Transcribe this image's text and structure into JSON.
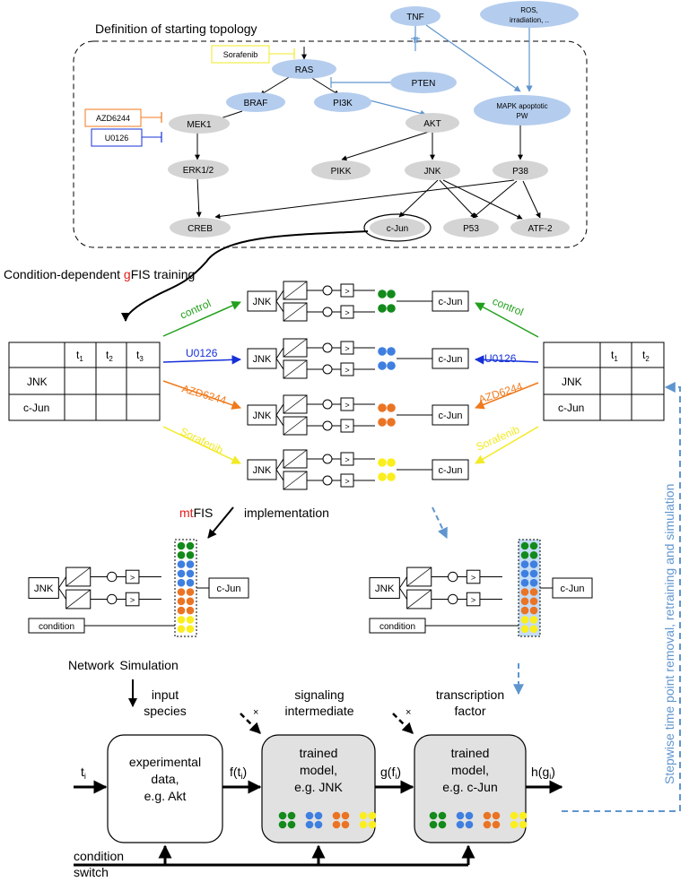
{
  "topology": {
    "title": "Definition of starting topology",
    "nodes": {
      "tnf": "TNF",
      "ros_line1": "ROS,",
      "ros_line2": "irradiation, ..",
      "ras": "RAS",
      "pten": "PTEN",
      "braf": "BRAF",
      "pi3k": "PI3K",
      "mapk_line1": "MAPK apoptotic",
      "mapk_line2": "PW",
      "mek1": "MEK1",
      "akt": "AKT",
      "erk": "ERK1/2",
      "pikk": "PIKK",
      "jnk": "JNK",
      "p38": "P38",
      "creb": "CREB",
      "cjun": "c-Jun",
      "p53": "P53",
      "atf2": "ATF-2"
    },
    "inhibitors": {
      "sorafenib": "Sorafenib",
      "azd": "AZD6244",
      "u0126": "U0126"
    }
  },
  "training": {
    "title_pre": "Condition-dependent ",
    "title_g": "g",
    "title_post": "FIS training",
    "left_table": {
      "cols": [
        "t",
        "t",
        "t"
      ],
      "subs": [
        "1",
        "2",
        "3"
      ],
      "rows": [
        "JNK",
        "c-Jun"
      ]
    },
    "right_table": {
      "cols": [
        "t",
        "t"
      ],
      "subs": [
        "1",
        "2"
      ],
      "rows": [
        "JNK",
        "c-Jun"
      ]
    },
    "conditions": [
      {
        "label": "control",
        "color": "#22a01c"
      },
      {
        "label": "U0126",
        "color": "#1530d8"
      },
      {
        "label": "AZD6244",
        "color": "#f07a1c"
      },
      {
        "label": "Sorafenib",
        "color": "#f2ea24"
      }
    ],
    "dots": {
      "green": "#138a1b",
      "blue": "#3f7fe0",
      "orange": "#ea7424",
      "yellow": "#fbee1e"
    },
    "input": "JNK",
    "output": "c-Jun",
    "gate": ">"
  },
  "mtfis": {
    "title_mt": "mt",
    "title_post": "FIS",
    "title_impl": "implementation",
    "input": "JNK",
    "output": "c-Jun",
    "condition": "condition"
  },
  "simulation": {
    "title_a": "Network",
    "title_b": "Simulation",
    "col1_line1": "input",
    "col1_line2": "species",
    "col2_line1": "signaling",
    "col2_line2": "intermediate",
    "col3_line1": "transcription",
    "col3_line2": "factor",
    "box1": [
      "experimental",
      "data,",
      "e.g. Akt"
    ],
    "box2": [
      "trained",
      "model,",
      "e.g. JNK"
    ],
    "box3": [
      "trained",
      "model,",
      "e.g. c-Jun"
    ],
    "t_in": "t",
    "t_in_sub": "i",
    "f_out": "f(t",
    "f_out_sub": "i",
    "g_out": "g(f",
    "g_out_sub": "i",
    "h_out": "h(g",
    "h_out_sub": "i",
    "close": ")",
    "cross": "×",
    "switch_line1": "condition",
    "switch_line2": "switch"
  },
  "side_label": "Stepwise time point removal, retraining and simulation"
}
